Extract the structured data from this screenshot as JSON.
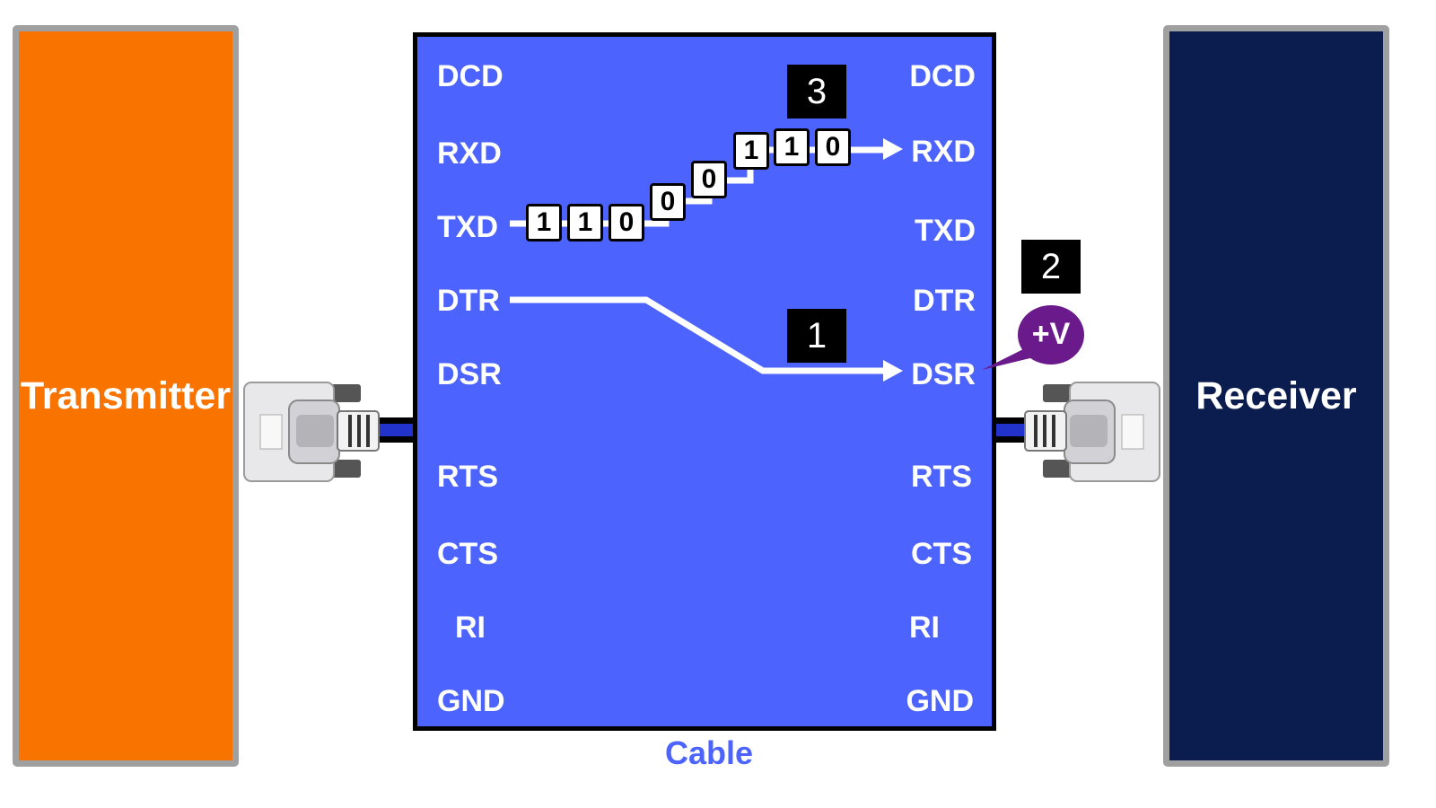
{
  "devices": {
    "transmitter": "Transmitter",
    "receiver": "Receiver"
  },
  "cable": {
    "label": "Cable",
    "left_pins": [
      "DCD",
      "RXD",
      "TXD",
      "DTR",
      "DSR",
      "RTS",
      "CTS",
      "RI",
      "GND"
    ],
    "right_pins": [
      "DCD",
      "RXD",
      "TXD",
      "DTR",
      "DSR",
      "RTS",
      "CTS",
      "RI",
      "GND"
    ]
  },
  "bits": [
    "1",
    "1",
    "0",
    "0",
    "0",
    "1",
    "1",
    "0"
  ],
  "steps": {
    "one": "1",
    "two": "2",
    "three": "3"
  },
  "voltage": "+V",
  "colors": {
    "transmitter": "#f97300",
    "receiver": "#0b1d4e",
    "cable": "#4c63fd",
    "voltage": "#6a1a8a"
  }
}
